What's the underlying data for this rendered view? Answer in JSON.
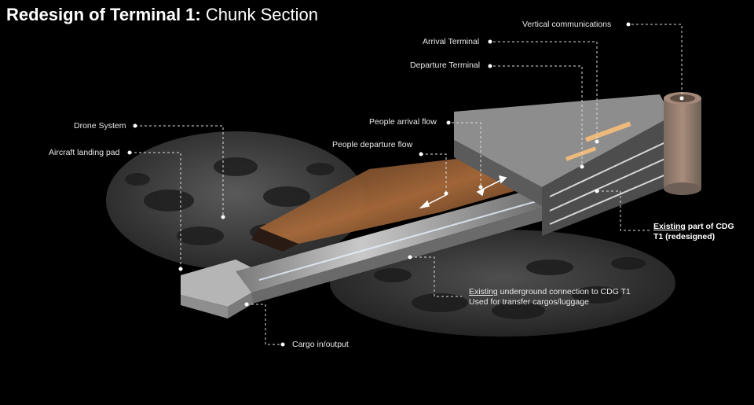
{
  "title": {
    "bold": "Redesign of Terminal 1:",
    "regular": "Chunk Section"
  },
  "labels": {
    "vertical_communications": "Vertical communications",
    "arrival_terminal": "Arrival Terminal",
    "departure_terminal": "Departure Terminal",
    "people_arrival_flow": "People arrival flow",
    "people_departure_flow": "People departure flow",
    "drone_system": "Drone System",
    "aircraft_landing_pad": "Aircraft landing pad",
    "existing_part_line1_underlined": "Existing",
    "existing_part_line1_rest": " part of CDG",
    "existing_part_line2": "T1 (redesigned)",
    "underground_line1_underlined": "Existing",
    "underground_line1_rest": " underground connection to CDG T1",
    "underground_line2": "Used for transfer cargos/luggage",
    "cargo": "Cargo in/output"
  },
  "colors": {
    "background": "#000000",
    "disc": "#4a4a4a",
    "building": "#9a9a9a",
    "glow": "#ffb060",
    "text": "#ffffff"
  }
}
